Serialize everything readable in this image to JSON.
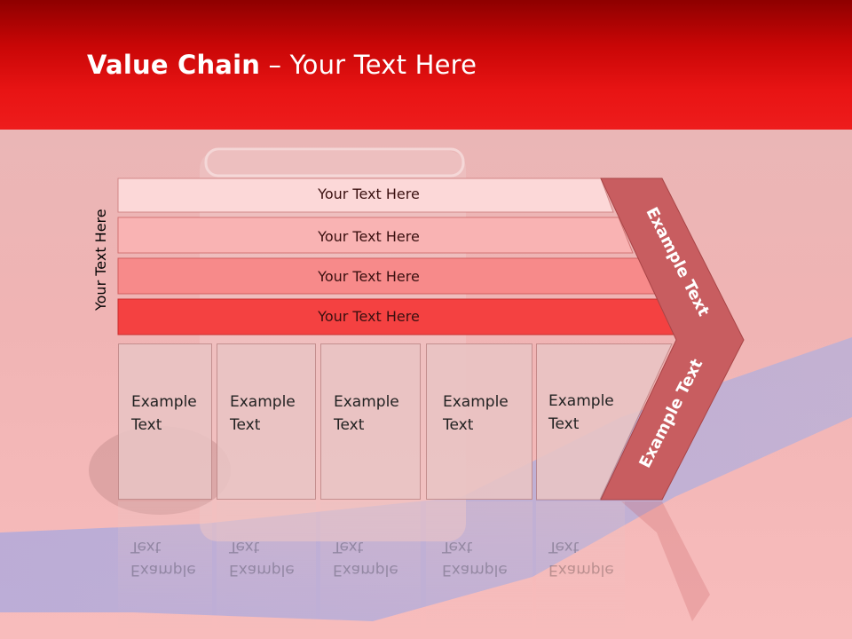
{
  "slide": {
    "title_bold": "Value Chain",
    "title_rest": " – Your Text Here"
  },
  "side_label": "Your Text Here",
  "bars": [
    {
      "label": "Your Text Here"
    },
    {
      "label": "Your Text Here"
    },
    {
      "label": "Your Text Here"
    },
    {
      "label": "Your Text Here"
    }
  ],
  "arrow": {
    "upper_label": "Example Text",
    "lower_label": "Example Text"
  },
  "boxes": [
    {
      "line1": "Example",
      "line2": "Text"
    },
    {
      "line1": "Example",
      "line2": "Text"
    },
    {
      "line1": "Example",
      "line2": "Text"
    },
    {
      "line1": "Example",
      "line2": "Text"
    },
    {
      "line1": "Example",
      "line2": "Text"
    }
  ],
  "colors": {
    "header_red": "#e81414",
    "bar1": "#fcd8d8",
    "bar2": "#f9b3b3",
    "bar3": "#f78a8a",
    "bar4": "#f44141",
    "arrow": "#c85d60"
  }
}
